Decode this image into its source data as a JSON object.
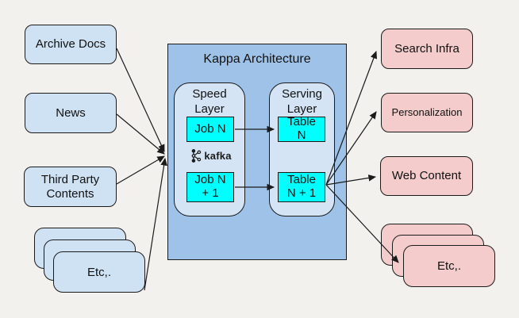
{
  "diagram": {
    "title": "Kappa Architecture",
    "sources": [
      {
        "label": "Archive Docs"
      },
      {
        "label": "News"
      },
      {
        "label": "Third Party\nContents"
      },
      {
        "label": "Etc,."
      }
    ],
    "speed_layer": {
      "label": "Speed\nLayer",
      "job_top": "Job N",
      "job_bottom": "Job N\n+ 1",
      "broker": "kafka"
    },
    "serving_layer": {
      "label": "Serving\nLayer",
      "table_top": "Table\nN",
      "table_bottom": "Table\nN + 1"
    },
    "consumers": [
      {
        "label": "Search Infra"
      },
      {
        "label": "Personalization"
      },
      {
        "label": "Web Content"
      },
      {
        "label": "Etc,."
      }
    ],
    "colors": {
      "background": "#f3f1ed",
      "source_fill": "#cfe2f3",
      "layer_fill": "#d4e4f5",
      "pipeline_fill": "#9fc3e8",
      "job_fill": "#00ffff",
      "consumer_fill": "#f4cccc",
      "stroke": "#1b1b1b"
    }
  }
}
